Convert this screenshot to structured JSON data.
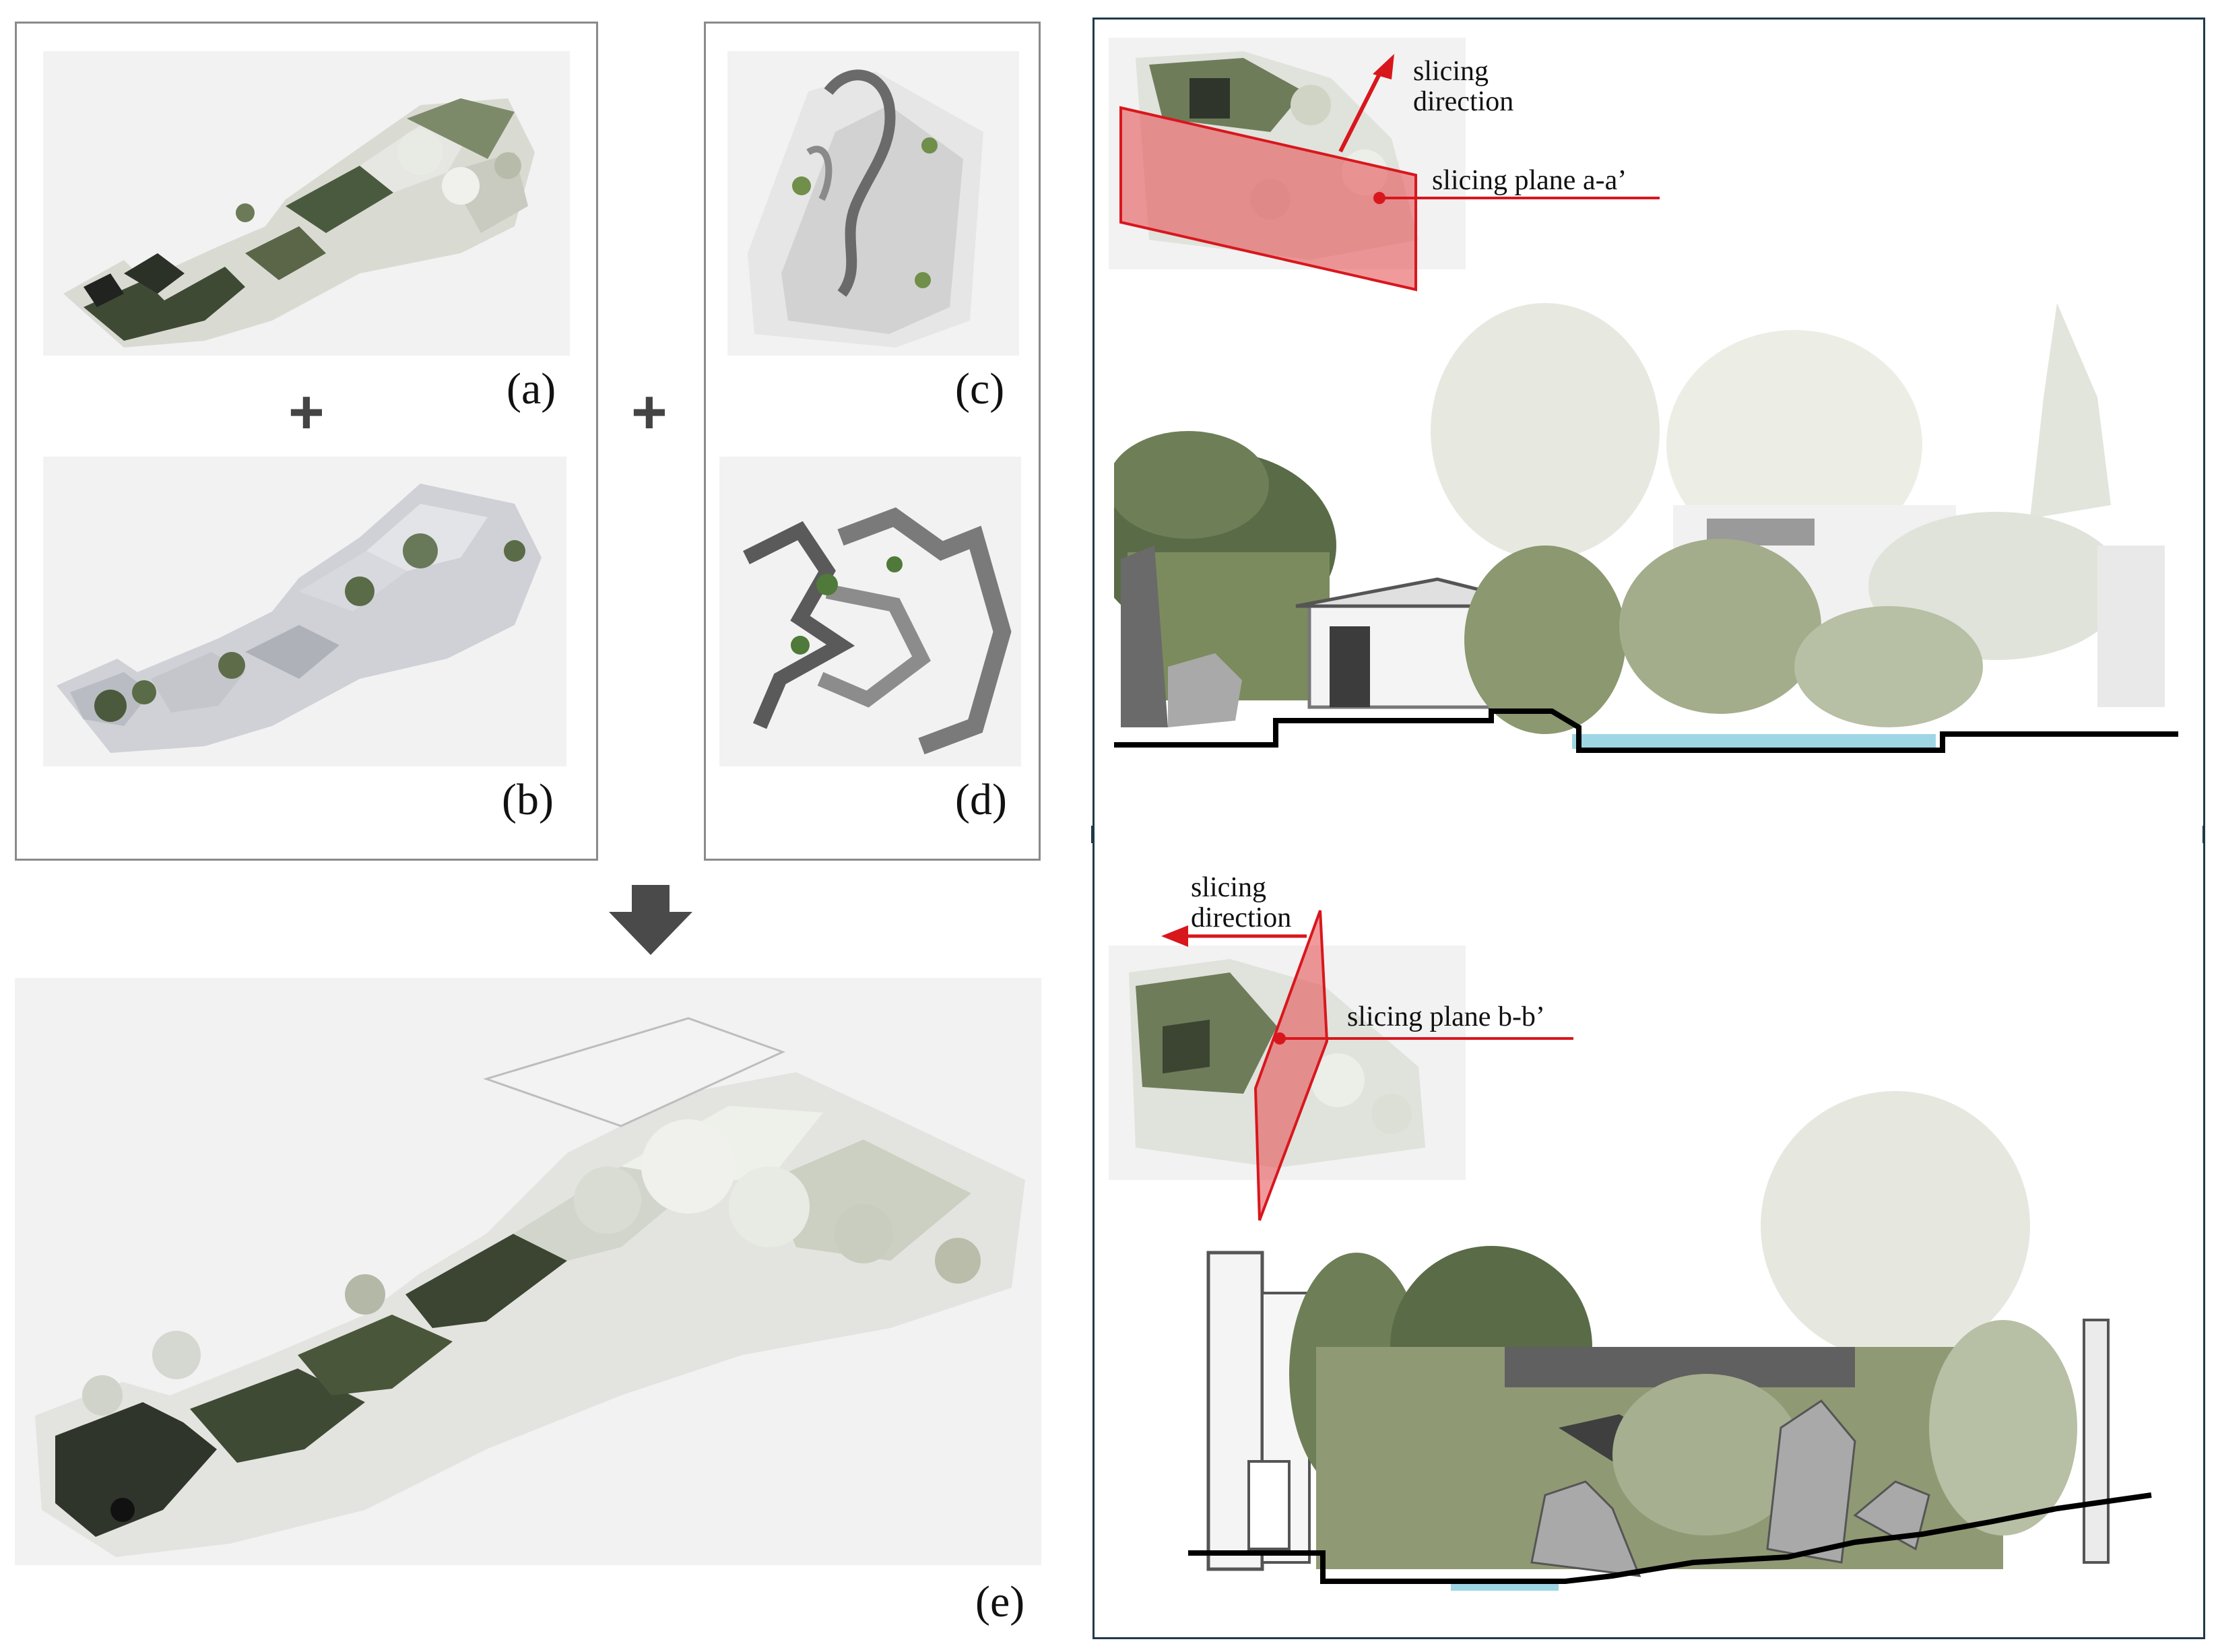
{
  "panels": {
    "a": {
      "label": "(a)"
    },
    "b": {
      "label": "(b)"
    },
    "c": {
      "label": "(c)"
    },
    "d": {
      "label": "(d)"
    },
    "e": {
      "label": "(e)"
    }
  },
  "operators": {
    "plus_left": "+",
    "plus_middle": "+"
  },
  "section_a": {
    "direction_label": "slicing\ndirection",
    "plane_label": "slicing plane a-a’"
  },
  "section_b": {
    "direction_label": "slicing\ndirection",
    "plane_label": "slicing plane b-b’"
  },
  "colors": {
    "accent_red": "#d8171d",
    "plane_fill": "#e6474a",
    "water": "#9fd6e6",
    "rock_grey": "#a9a9a9",
    "foliage_dark": "#4b5a3c",
    "foliage_light": "#cfd6c6",
    "frame_grey": "#8a8a8a",
    "frame_dark": "#1f3a48"
  }
}
